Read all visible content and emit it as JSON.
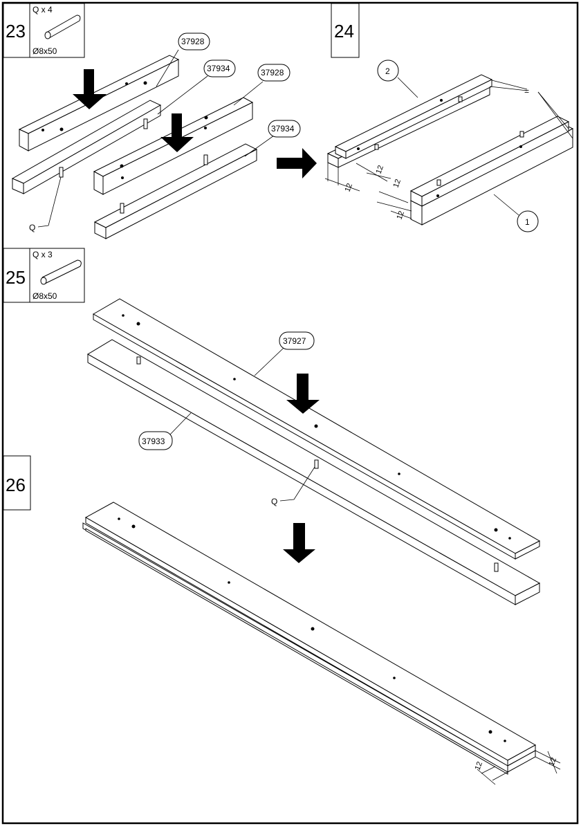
{
  "steps": [
    {
      "number": "23",
      "qty": "Q x 4",
      "size": "Ø8x50"
    },
    {
      "number": "24"
    },
    {
      "number": "25",
      "qty": "Q x 3",
      "size": "Ø8x50"
    },
    {
      "number": "26"
    }
  ],
  "callouts": {
    "s23_a": "37928",
    "s23_b": "37934",
    "s23_c": "37928",
    "s23_d": "37934",
    "s24_top": "2",
    "s24_bottom": "1",
    "s25_a": "37927",
    "s25_b": "37933"
  },
  "labels": {
    "dowel_23": "Q",
    "dowel_25": "Q",
    "equal": "="
  },
  "dimensions": {
    "d1": "12",
    "d2": "12",
    "d3": "12",
    "d4": "12",
    "d5": "12",
    "d6": "12"
  }
}
